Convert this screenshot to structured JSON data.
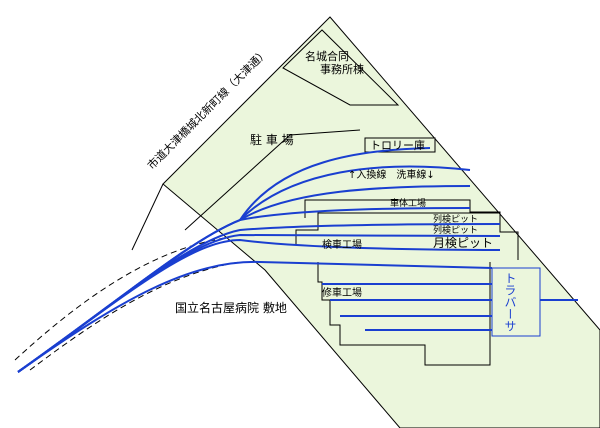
{
  "labels": {
    "office": [
      "名城合同",
      "事務所棟"
    ],
    "road": "市道大津橋城北新町線（大津通）",
    "parking": "駐 車 場",
    "trolley": "トロリー庫",
    "entry_wash": "↑入換線　洗車線↓",
    "body_shop": "車体工場",
    "inspection_pit_1": "列検ピット",
    "inspection_pit_2": "列検ピット",
    "inspection_shop": "検車工場",
    "monthly_pit": "月検ピット",
    "repair_shop": "修車工場",
    "hospital": "国立名古屋病院 敷地",
    "traverser": "トラバーサ"
  },
  "colors": {
    "ground": "#ebf6dc",
    "outline": "#000000",
    "track": "#1a3fd0"
  }
}
